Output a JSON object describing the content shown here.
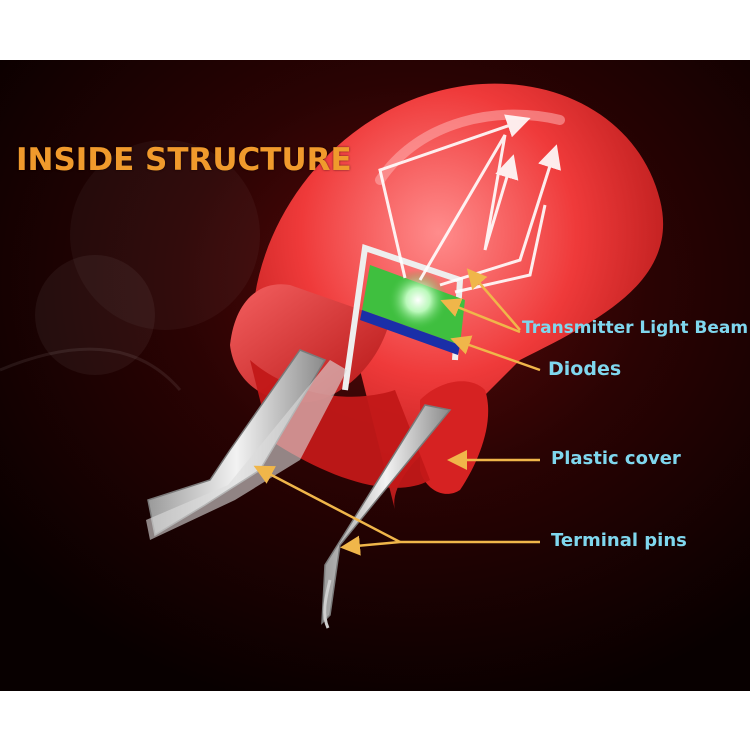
{
  "title": "INSIDE STRUCTURE",
  "labels": {
    "light_beam": "Transmitter Light Beam",
    "diodes": "Diodes",
    "plastic_cover": "Plastic cover",
    "terminal_pins": "Terminal pins"
  },
  "colors": {
    "background": "#0d0000",
    "title": "#f09a2c",
    "label_text": "#7fd7ee",
    "pointer_lines": "#f0b64a",
    "led_body": "#e8312f",
    "chip": "#3fbf3f",
    "light_glow": "#d8ffd8"
  }
}
